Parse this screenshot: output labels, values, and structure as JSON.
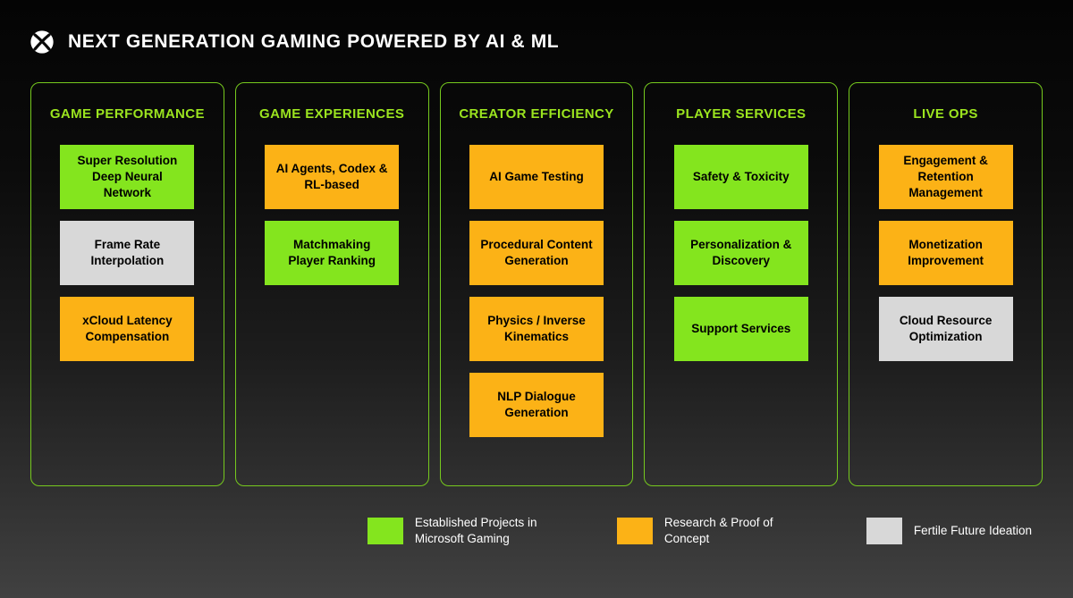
{
  "header": {
    "title": "NEXT GENERATION GAMING POWERED BY AI & ML"
  },
  "colors": {
    "green": "#84E51E",
    "orange": "#FCB216",
    "gray": "#D8D8D8",
    "outline": "#76C91E",
    "heading": "#9BE41F"
  },
  "columns": [
    {
      "title": "GAME PERFORMANCE",
      "items": [
        {
          "label": "Super Resolution Deep Neural Network",
          "type": "green"
        },
        {
          "label": "Frame Rate Interpolation",
          "type": "gray"
        },
        {
          "label": "xCloud Latency Compensation",
          "type": "orange"
        }
      ]
    },
    {
      "title": "GAME EXPERIENCES",
      "items": [
        {
          "label": "AI Agents, Codex & RL-based",
          "type": "orange"
        },
        {
          "label": "Matchmaking Player Ranking",
          "type": "green"
        }
      ]
    },
    {
      "title": "CREATOR EFFICIENCY",
      "items": [
        {
          "label": "AI Game Testing",
          "type": "orange"
        },
        {
          "label": "Procedural Content Generation",
          "type": "orange"
        },
        {
          "label": "Physics / Inverse Kinematics",
          "type": "orange"
        },
        {
          "label": "NLP Dialogue Generation",
          "type": "orange"
        }
      ]
    },
    {
      "title": "PLAYER SERVICES",
      "items": [
        {
          "label": "Safety & Toxicity",
          "type": "green"
        },
        {
          "label": "Personalization & Discovery",
          "type": "green"
        },
        {
          "label": "Support Services",
          "type": "green"
        }
      ]
    },
    {
      "title": "LIVE OPS",
      "items": [
        {
          "label": "Engagement & Retention Management",
          "type": "orange"
        },
        {
          "label": "Monetization Improvement",
          "type": "orange"
        },
        {
          "label": "Cloud Resource Optimization",
          "type": "gray"
        }
      ]
    }
  ],
  "legend": [
    {
      "label": "Established Projects in Microsoft Gaming",
      "type": "green"
    },
    {
      "label": "Research & Proof of Concept",
      "type": "orange"
    },
    {
      "label": "Fertile Future Ideation",
      "type": "gray"
    }
  ]
}
